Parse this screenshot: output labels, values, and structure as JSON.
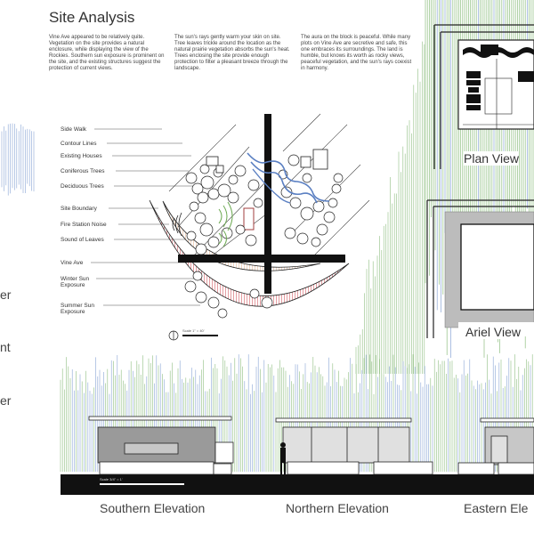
{
  "header": {
    "title": "Site Analysis"
  },
  "paragraphs": [
    "Vine Ave appeared to be relatively quite. Vegetation on the site provides a natural enclosure, while displaying the view of the Rockies. Southern sun exposure is prominent on the site, and the existing structures suggest the protection of current views.",
    "The sun's rays gently warm your skin on site. Tree leaves trickle around the location as the natural prairie vegetation absorbs the sun's heat. Trees enclosing the site provide enough protection to filter a pleasant breeze through the landscape.",
    "The aura on the block is peaceful. While many plots on Vine Ave are secretive and safe, this one embraces its surroundings. The land is humble, but knows its worth as rocky views, peaceful vegetation, and the sun's rays coexist in harmony."
  ],
  "legend": [
    "Side Walk",
    "Contour Lines",
    "Existing Houses",
    "Coniferous Trees",
    "Deciduous Trees",
    "Site Boundary",
    "Fire Station Noise",
    "Sound of Leaves",
    "Vine Ave",
    "Winter Sun Exposure",
    "Summer Sun Exposure"
  ],
  "scale_note": "Scale 1\" = 40'",
  "elevation_scale_note": "Scale 3/4\" = 1'",
  "views": {
    "plan": "Plan View",
    "ariel": "Ariel View"
  },
  "elevations": [
    "Southern Elevation",
    "Northern Elevation",
    "Eastern Ele"
  ],
  "left_fragments": [
    "er",
    "nt",
    "er"
  ],
  "colors": {
    "summer_sun": "#e9a3a6",
    "winter_sun": "#f1dccb",
    "stream": "#5a7fc2",
    "sound": "#6aa84f",
    "veg_green": "#8fbf82",
    "veg_blue": "#8aa5d6"
  }
}
